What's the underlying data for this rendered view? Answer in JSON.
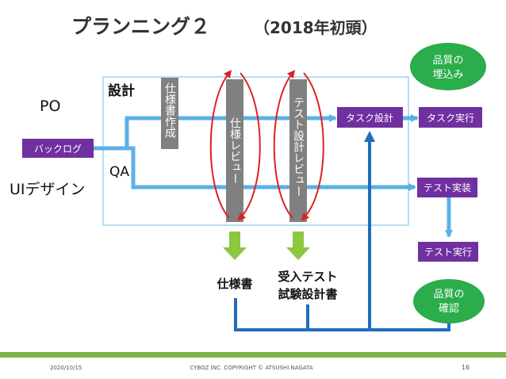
{
  "slide": {
    "title": "プランニング２",
    "subtitle": "（2018年初頭）",
    "footer_date": "2020/10/15",
    "footer_copyright": "CYBOZ INC. COPYRIGHT © ATSUSHI NAGATA",
    "page_number": "16"
  },
  "roles": {
    "po": "PO",
    "ui": "UIデザイン"
  },
  "lanes": {
    "design": "設計",
    "qa": "QA"
  },
  "boxes": {
    "backlog": "バックログ",
    "task_design": "タスク設計",
    "task_exec": "タスク実行",
    "test_impl": "テスト実装",
    "test_exec": "テスト実行"
  },
  "columns": {
    "spec_creation": "仕様書作成",
    "spec_review": "仕様レビュー",
    "test_design_review": "テスト設計レビュー"
  },
  "outputs": {
    "spec_doc": "仕様書",
    "acceptance_line1": "受入テスト",
    "acceptance_line2": "試験設計書"
  },
  "quality": {
    "build_in_line1": "品質の",
    "build_in_line2": "埋込み",
    "confirm_line1": "品質の",
    "confirm_line2": "確認"
  },
  "colors": {
    "purple": "#7030a0",
    "green_ellipse": "#2aad4a",
    "arrow_blue": "#5bb0e6",
    "loop_blue": "#1f6dbb",
    "gray_column": "#808080",
    "red_cycle": "#e02020",
    "green_arrow": "#8dc63f",
    "footer_green": "#7ab648"
  }
}
